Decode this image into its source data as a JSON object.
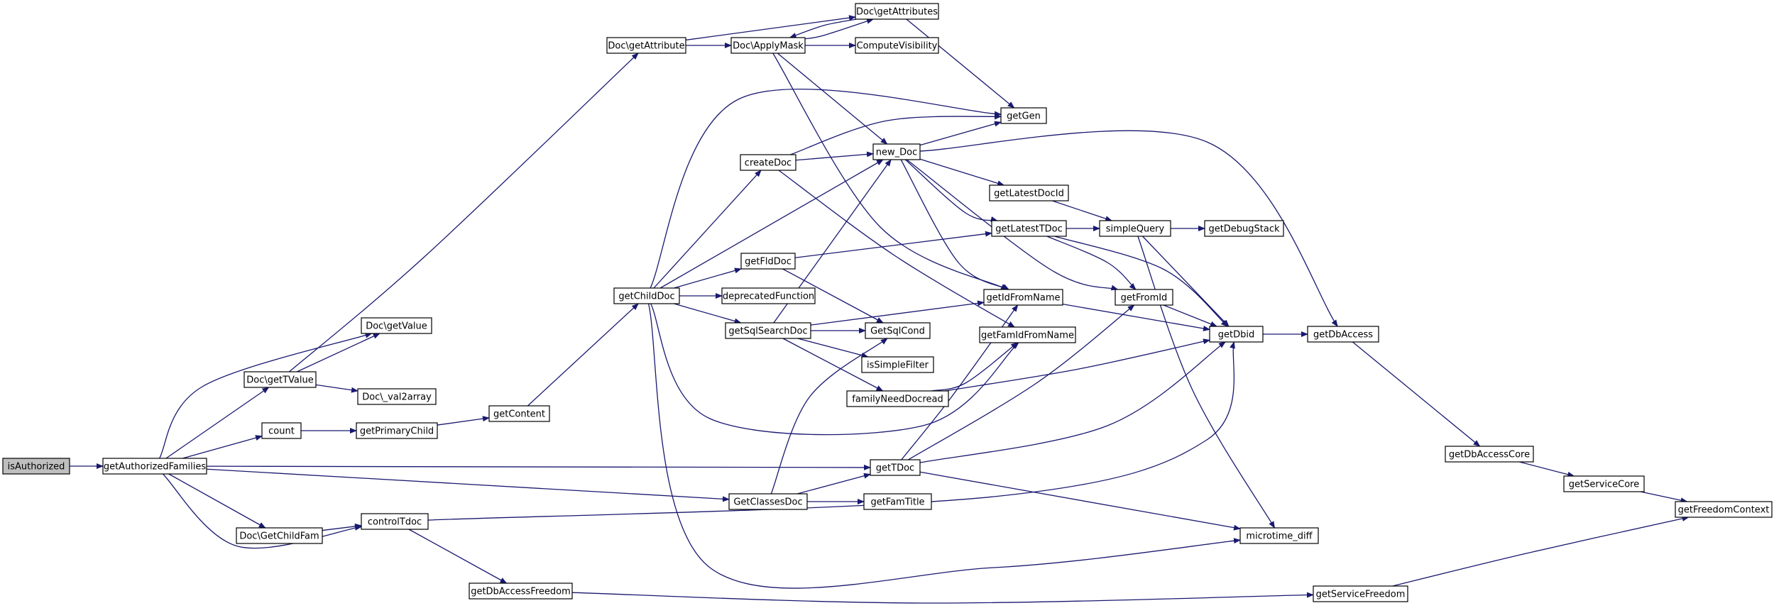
{
  "graph": {
    "edge_color": "#191970",
    "root_fill": "#bfbfbf",
    "nodes": [
      {
        "id": "isAuthorized",
        "label": "isAuthorized",
        "root": true
      },
      {
        "id": "getAuthorizedFamilies",
        "label": "getAuthorizedFamilies"
      },
      {
        "id": "Doc_getTValue",
        "label": "Doc\\getTValue"
      },
      {
        "id": "count",
        "label": "count"
      },
      {
        "id": "getTDoc",
        "label": "getTDoc"
      },
      {
        "id": "GetClassesDoc",
        "label": "GetClassesDoc"
      },
      {
        "id": "Doc_GetChildFam",
        "label": "Doc\\GetChildFam"
      },
      {
        "id": "controlTdoc",
        "label": "controlTdoc"
      },
      {
        "id": "Doc_getValue",
        "label": "Doc\\getValue"
      },
      {
        "id": "Doc_getAttribute",
        "label": "Doc\\getAttribute"
      },
      {
        "id": "Doc_val2array",
        "label": "Doc\\_val2array"
      },
      {
        "id": "getPrimaryChild",
        "label": "getPrimaryChild"
      },
      {
        "id": "getContent",
        "label": "getContent"
      },
      {
        "id": "getChildDoc",
        "label": "getChildDoc"
      },
      {
        "id": "Doc_ApplyMask",
        "label": "Doc\\ApplyMask"
      },
      {
        "id": "Doc_getAttributes",
        "label": "Doc\\getAttributes"
      },
      {
        "id": "ComputeVisibility",
        "label": "ComputeVisibility"
      },
      {
        "id": "getGen",
        "label": "getGen"
      },
      {
        "id": "new_Doc",
        "label": "new_Doc"
      },
      {
        "id": "createDoc",
        "label": "createDoc"
      },
      {
        "id": "getFldDoc",
        "label": "getFldDoc"
      },
      {
        "id": "deprecatedFunction",
        "label": "deprecatedFunction"
      },
      {
        "id": "getSqlSearchDoc",
        "label": "getSqlSearchDoc"
      },
      {
        "id": "GetSqlCond",
        "label": "GetSqlCond"
      },
      {
        "id": "isSimpleFilter",
        "label": "isSimpleFilter"
      },
      {
        "id": "familyNeedDocread",
        "label": "familyNeedDocread"
      },
      {
        "id": "getFamTitle",
        "label": "getFamTitle"
      },
      {
        "id": "getLatestDocId",
        "label": "getLatestDocId"
      },
      {
        "id": "getLatestTDoc",
        "label": "getLatestTDoc"
      },
      {
        "id": "getIdFromName",
        "label": "getIdFromName"
      },
      {
        "id": "getFamIdFromName",
        "label": "getFamIdFromName"
      },
      {
        "id": "simpleQuery",
        "label": "simpleQuery"
      },
      {
        "id": "getDebugStack",
        "label": "getDebugStack"
      },
      {
        "id": "getFromId",
        "label": "getFromId"
      },
      {
        "id": "getDbid",
        "label": "getDbid"
      },
      {
        "id": "getDbAccess",
        "label": "getDbAccess"
      },
      {
        "id": "getDbAccessCore",
        "label": "getDbAccessCore"
      },
      {
        "id": "getServiceCore",
        "label": "getServiceCore"
      },
      {
        "id": "getFreedomContext",
        "label": "getFreedomContext"
      },
      {
        "id": "microtime_diff",
        "label": "microtime_diff"
      },
      {
        "id": "getDbAccessFreedom",
        "label": "getDbAccessFreedom"
      },
      {
        "id": "getServiceFreedom",
        "label": "getServiceFreedom"
      }
    ],
    "edges": [
      [
        "isAuthorized",
        "getAuthorizedFamilies"
      ],
      [
        "getAuthorizedFamilies",
        "Doc_getValue"
      ],
      [
        "getAuthorizedFamilies",
        "Doc_getTValue"
      ],
      [
        "getAuthorizedFamilies",
        "count"
      ],
      [
        "getAuthorizedFamilies",
        "getTDoc"
      ],
      [
        "getAuthorizedFamilies",
        "GetClassesDoc"
      ],
      [
        "getAuthorizedFamilies",
        "Doc_GetChildFam"
      ],
      [
        "getAuthorizedFamilies",
        "controlTdoc"
      ],
      [
        "Doc_getTValue",
        "Doc_getValue"
      ],
      [
        "Doc_getTValue",
        "Doc_getAttribute"
      ],
      [
        "Doc_getTValue",
        "Doc_val2array"
      ],
      [
        "count",
        "getPrimaryChild"
      ],
      [
        "getPrimaryChild",
        "getContent"
      ],
      [
        "getContent",
        "getChildDoc"
      ],
      [
        "Doc_getAttribute",
        "Doc_ApplyMask"
      ],
      [
        "Doc_getAttribute",
        "Doc_getAttributes"
      ],
      [
        "Doc_ApplyMask",
        "Doc_getAttributes"
      ],
      [
        "Doc_ApplyMask",
        "ComputeVisibility"
      ],
      [
        "Doc_ApplyMask",
        "new_Doc"
      ],
      [
        "Doc_ApplyMask",
        "getIdFromName"
      ],
      [
        "Doc_getAttributes",
        "Doc_ApplyMask"
      ],
      [
        "Doc_getAttributes",
        "getGen"
      ],
      [
        "getChildDoc",
        "getGen"
      ],
      [
        "getChildDoc",
        "createDoc"
      ],
      [
        "getChildDoc",
        "new_Doc"
      ],
      [
        "getChildDoc",
        "getFldDoc"
      ],
      [
        "getChildDoc",
        "deprecatedFunction"
      ],
      [
        "getChildDoc",
        "getSqlSearchDoc"
      ],
      [
        "getChildDoc",
        "getFamIdFromName"
      ],
      [
        "getChildDoc",
        "microtime_diff"
      ],
      [
        "createDoc",
        "getGen"
      ],
      [
        "createDoc",
        "new_Doc"
      ],
      [
        "createDoc",
        "getFamIdFromName"
      ],
      [
        "getFldDoc",
        "getLatestTDoc"
      ],
      [
        "getFldDoc",
        "GetSqlCond"
      ],
      [
        "getSqlSearchDoc",
        "new_Doc"
      ],
      [
        "getSqlSearchDoc",
        "getIdFromName"
      ],
      [
        "getSqlSearchDoc",
        "GetSqlCond"
      ],
      [
        "getSqlSearchDoc",
        "isSimpleFilter"
      ],
      [
        "getSqlSearchDoc",
        "familyNeedDocread"
      ],
      [
        "familyNeedDocread",
        "getFamIdFromName"
      ],
      [
        "familyNeedDocread",
        "getDbid"
      ],
      [
        "new_Doc",
        "getGen"
      ],
      [
        "new_Doc",
        "getLatestDocId"
      ],
      [
        "new_Doc",
        "getLatestTDoc"
      ],
      [
        "new_Doc",
        "getIdFromName"
      ],
      [
        "new_Doc",
        "getFromId"
      ],
      [
        "new_Doc",
        "getDbAccess"
      ],
      [
        "getLatestDocId",
        "simpleQuery"
      ],
      [
        "getLatestTDoc",
        "simpleQuery"
      ],
      [
        "getLatestTDoc",
        "getFromId"
      ],
      [
        "getLatestTDoc",
        "getDbid"
      ],
      [
        "simpleQuery",
        "getDebugStack"
      ],
      [
        "simpleQuery",
        "getDbid"
      ],
      [
        "simpleQuery",
        "microtime_diff"
      ],
      [
        "getIdFromName",
        "getDbid"
      ],
      [
        "getFromId",
        "getDbid"
      ],
      [
        "getDbid",
        "getDbAccess"
      ],
      [
        "getDbAccess",
        "getDbAccessCore"
      ],
      [
        "getDbAccessCore",
        "getServiceCore"
      ],
      [
        "getServiceCore",
        "getFreedomContext"
      ],
      [
        "getTDoc",
        "getIdFromName"
      ],
      [
        "getTDoc",
        "getFromId"
      ],
      [
        "getTDoc",
        "getDbid"
      ],
      [
        "getTDoc",
        "microtime_diff"
      ],
      [
        "GetClassesDoc",
        "getTDoc"
      ],
      [
        "GetClassesDoc",
        "getFamTitle"
      ],
      [
        "GetClassesDoc",
        "GetSqlCond"
      ],
      [
        "Doc_GetChildFam",
        "controlTdoc"
      ],
      [
        "controlTdoc",
        "getDbid"
      ],
      [
        "controlTdoc",
        "getDbAccessFreedom"
      ],
      [
        "getDbAccessFreedom",
        "getServiceFreedom"
      ],
      [
        "getServiceFreedom",
        "getFreedomContext"
      ]
    ]
  }
}
